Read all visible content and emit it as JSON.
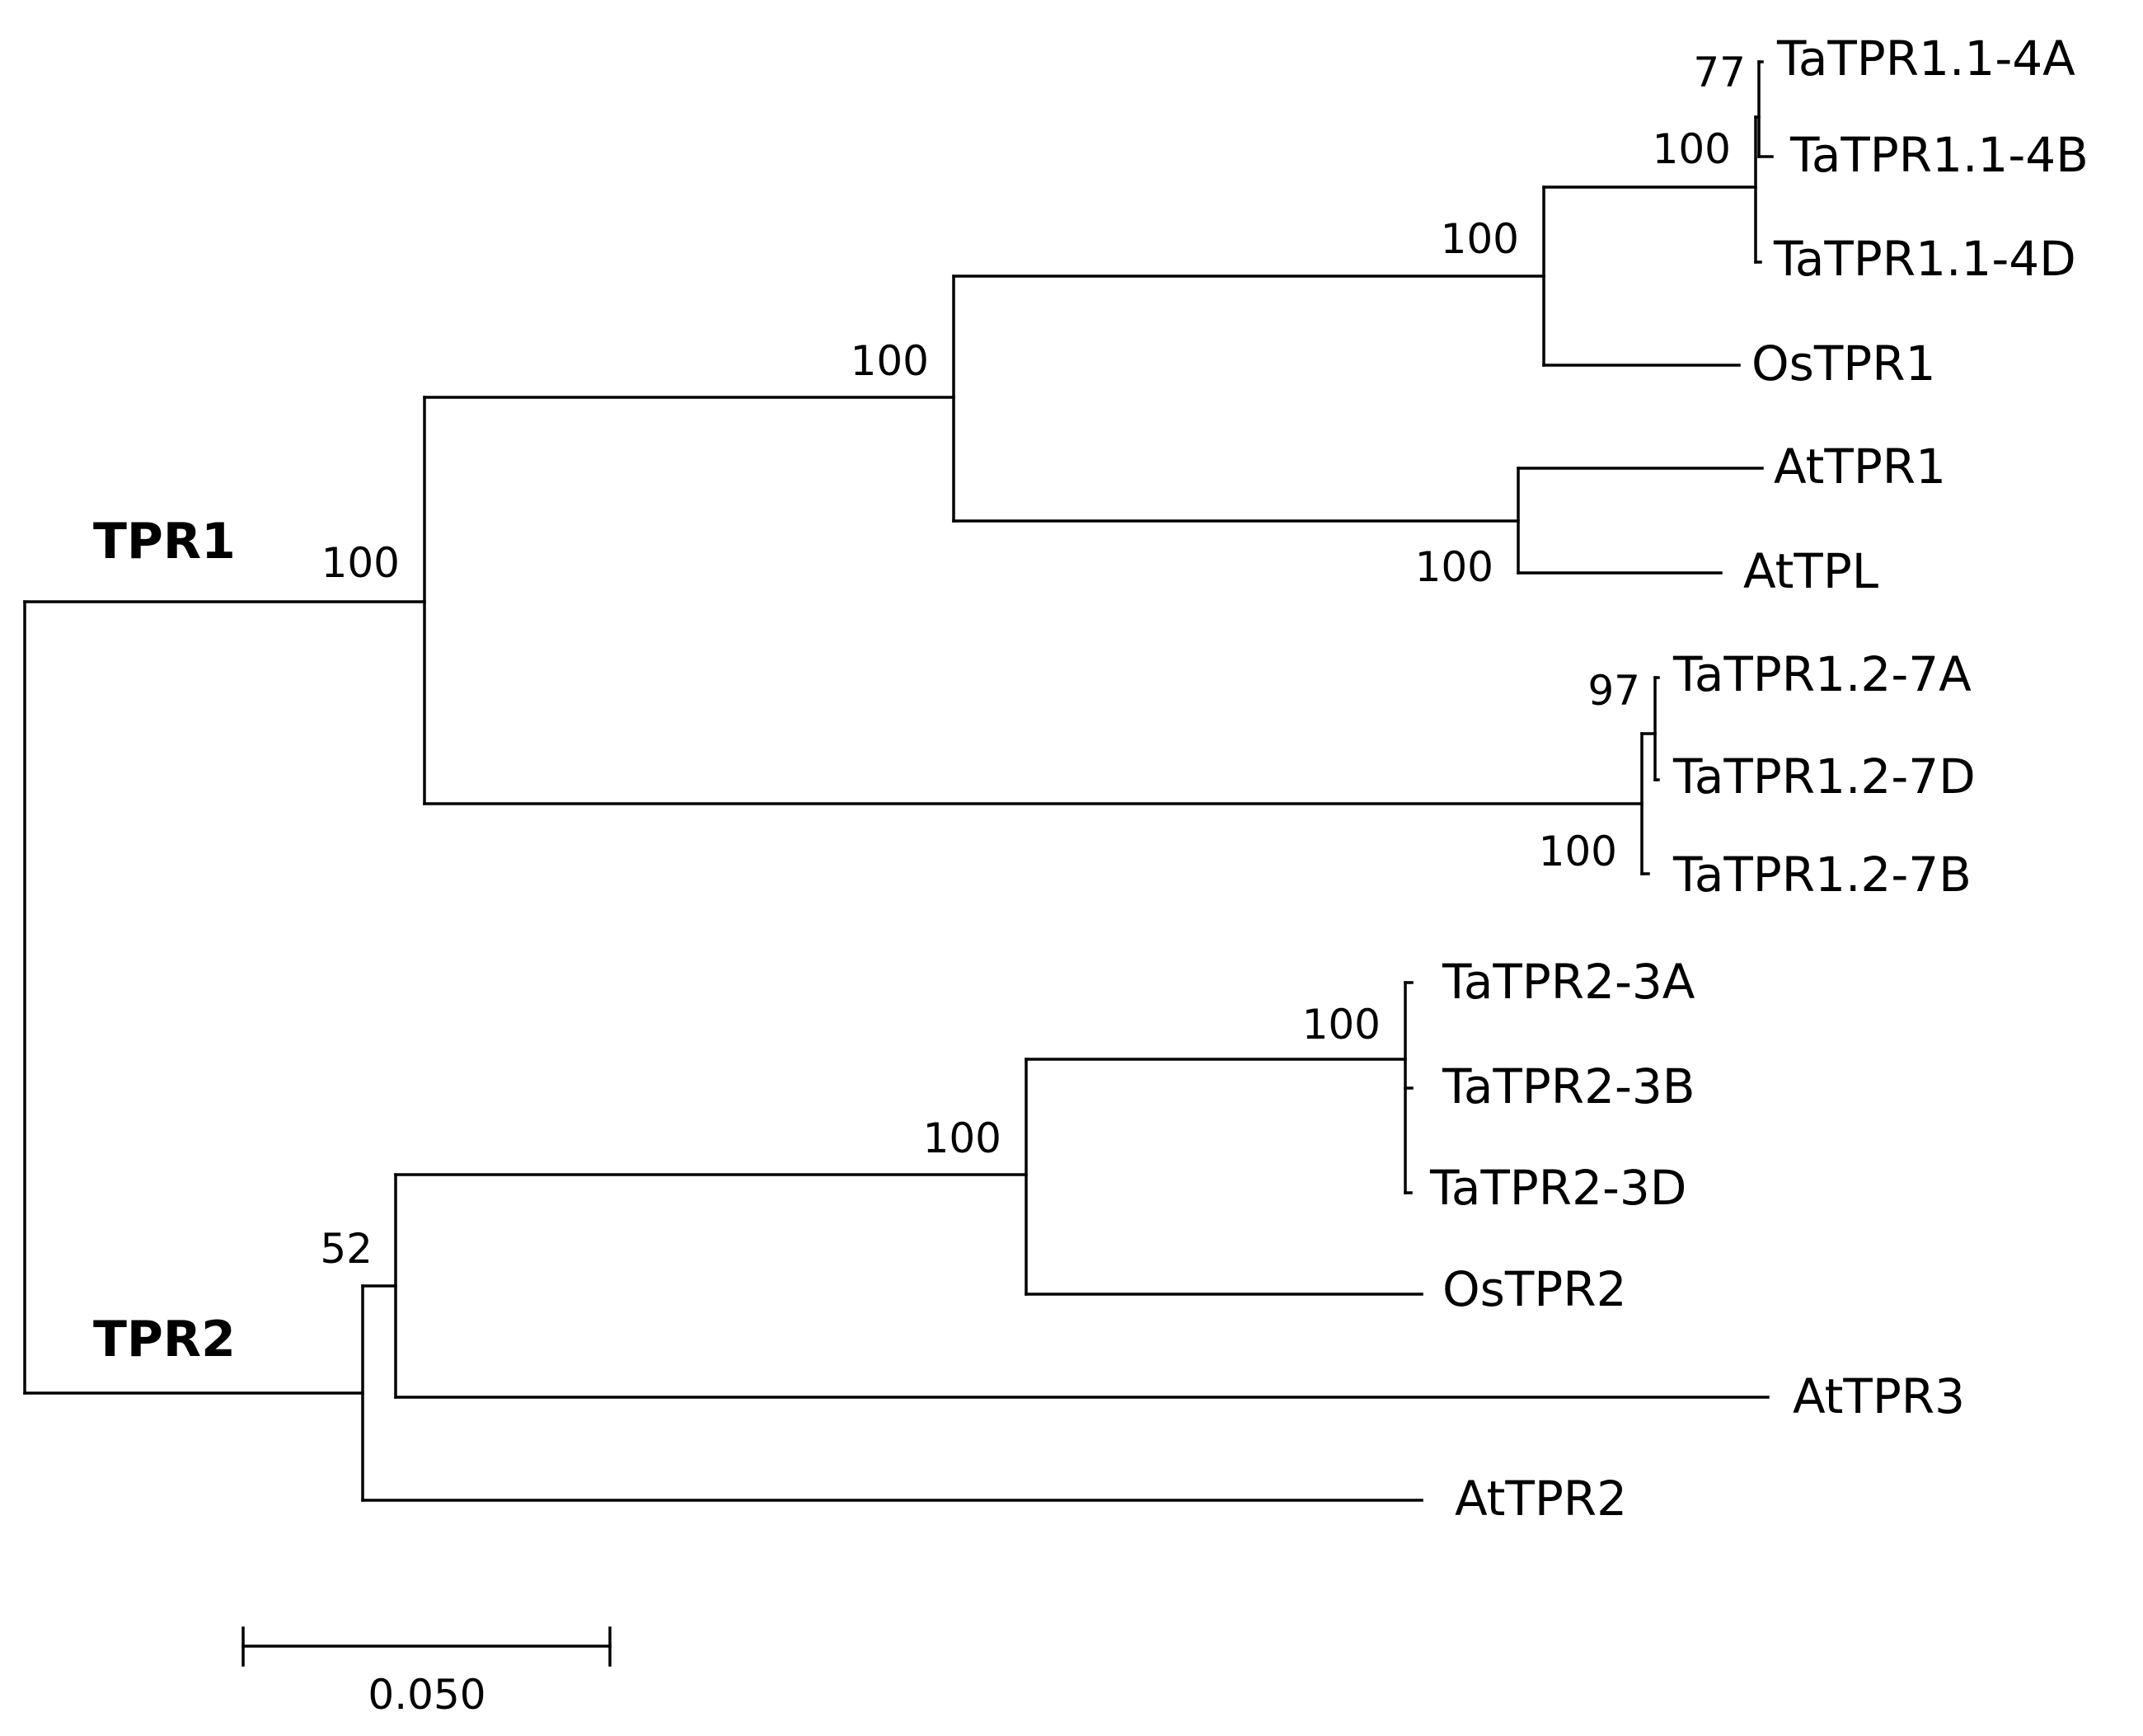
{
  "clades": [
    "TPR1",
    "TPR2"
  ],
  "leaves": [
    "TaTPR1.1-4A",
    "TaTPR1.1-4B",
    "TaTPR1.1-4D",
    "OsTPR1",
    "AtTPR1",
    "AtTPL",
    "TaTPR1.2-7A",
    "TaTPR1.2-7D",
    "TaTPR1.2-7B",
    "TaTPR2-3A",
    "TaTPR2-3B",
    "TaTPR2-3D",
    "OsTPR2",
    "AtTPR3",
    "AtTPR2"
  ],
  "bootstrap": {
    "tpr1_root": "100",
    "tpr1_1_group": "100",
    "tatpr1_1_group": "100",
    "tatpr1_1_inner": "100",
    "tatpr1_1_4a": "77",
    "at_group": "100",
    "tatpr1_2_group": "100",
    "tatpr1_2_inner": "97",
    "tpr2_inner": "52",
    "tpr2_monocot": "100",
    "tatpr2_group": "100"
  },
  "scale_bar": {
    "label": "0.050",
    "value": 0.05
  }
}
